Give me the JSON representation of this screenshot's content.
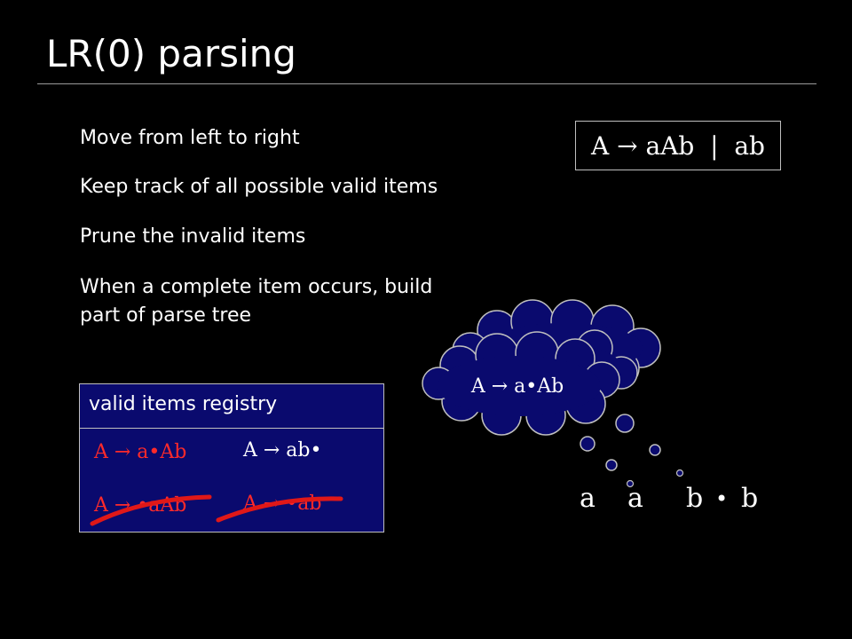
{
  "slide": {
    "title": "LR(0) parsing",
    "bullets": [
      "Move from left to right",
      "Keep track of all possible valid items",
      "Prune the invalid items",
      "When a complete item occurs, build",
      "part of parse tree"
    ]
  },
  "grammar": "A → aAb  |  ab",
  "registry": {
    "title": "valid items registry",
    "items": [
      {
        "text": "A → a•Ab",
        "color": "#ff2a2a",
        "struck": false
      },
      {
        "text": "A → ab•",
        "color": "#ffffff",
        "struck": false
      },
      {
        "text": "A → •aAb",
        "color": "#ff2a2a",
        "struck": true
      },
      {
        "text": "A → •ab",
        "color": "#ff2a2a",
        "struck": true
      }
    ]
  },
  "thought": {
    "text": "A → a•Ab",
    "fill": "#0a0a6e"
  },
  "input": {
    "symbols": [
      "a",
      "a",
      "b",
      "•",
      "b"
    ]
  },
  "colors": {
    "strike": "#e01818",
    "cloud_fill": "#0a0a6e",
    "background": "#000000"
  }
}
